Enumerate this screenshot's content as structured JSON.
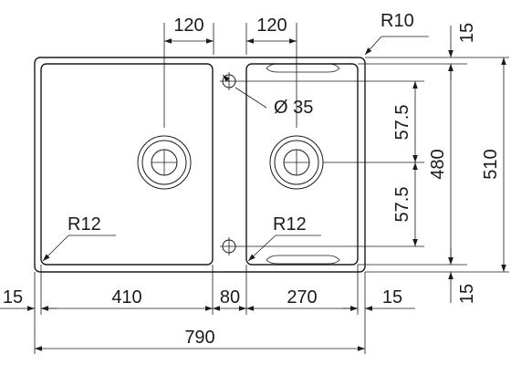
{
  "dimensions": {
    "top_left_hole_spacing": "120",
    "top_right_hole_spacing": "120",
    "corner_radius_top": "R10",
    "right_top_offset": "15",
    "hole_diameter": "Ø 35",
    "upper_vertical_offset": "57.5",
    "lower_vertical_offset": "57.5",
    "inner_height": "480",
    "overall_height": "510",
    "left_bowl_corner_radius": "R12",
    "right_bowl_corner_radius": "R12",
    "left_rim_width": "15",
    "left_bowl_width": "410",
    "divider_width": "80",
    "right_bowl_width": "270",
    "right_rim_width": "15",
    "right_bottom_offset": "15",
    "overall_width": "790"
  }
}
